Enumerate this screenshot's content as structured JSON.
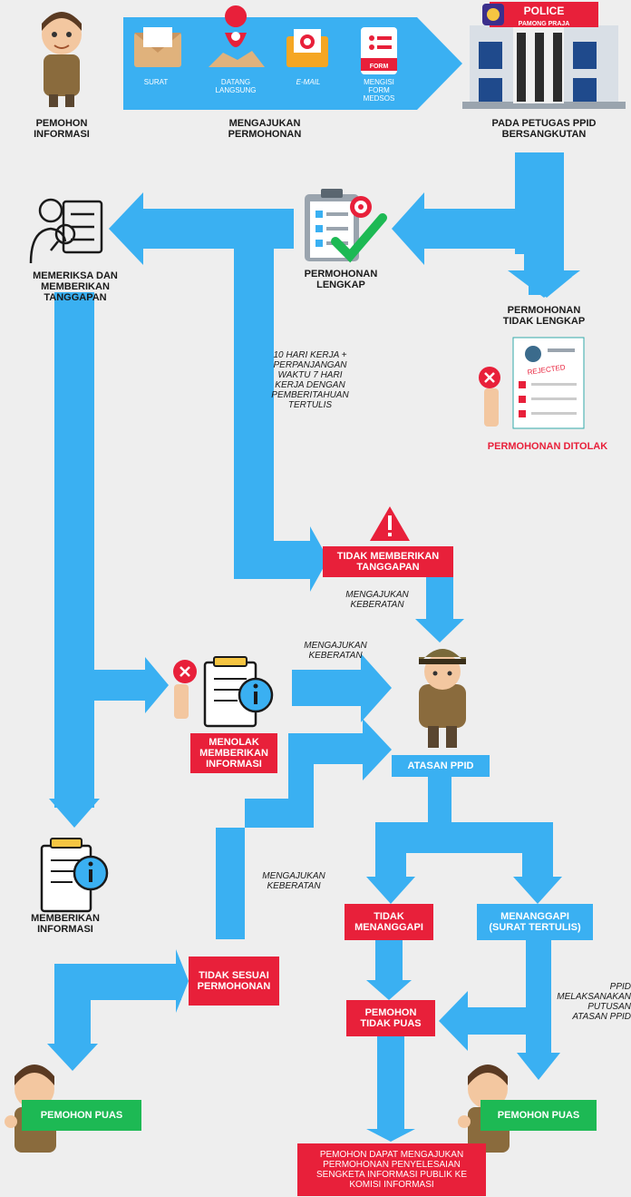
{
  "top": {
    "applicant_label": "PEMOHON\nINFORMASI",
    "submit_label": "MENGAJUKAN\nPERMOHONAN",
    "officer_label": "PADA PETUGAS PPID\nBERSANGKUTAN",
    "channels": [
      "SURAT",
      "DATANG\nLANGSUNG",
      "E-MAIL",
      "MENGISI\nFORM\nMEDSOS"
    ],
    "form_tag": "FORM",
    "police_sign": "POLICE",
    "police_sub": "PAMONG PRAJA"
  },
  "mid": {
    "check_label": "MEMERIKSA DAN\nMEMBERIKAN\nTANGGAPAN",
    "complete_label": "PERMOHONAN\nLENGKAP",
    "incomplete_label": "PERMOHONAN\nTIDAK LENGKAP",
    "rejected_stamp": "REJECTED",
    "rejected_label": "PERMOHONAN DITOLAK",
    "deadline_note": "10 HARI KERJA +\nPERPANJANGAN\nWAKTU 7 HARI\nKERJA DENGAN\nPEMBERITAHUAN\nTERTULIS",
    "no_response_box": "TIDAK MEMBERIKAN\nTANGGAPAN",
    "objection_note_1": "MENGAJUKAN\nKEBERATAN",
    "objection_note_2": "MENGAJUKAN\nKEBERATAN",
    "refuse_box": "MENOLAK\nMEMBERIKAN\nINFORMASI",
    "superior_box": "ATASAN PPID"
  },
  "bottom": {
    "give_info_label": "MEMBERIKAN\nINFORMASI",
    "objection_note_3": "MENGAJUKAN\nKEBERATAN",
    "not_match_box": "TIDAK SESUAI\nPERMOHONAN",
    "no_reply_box": "TIDAK\nMENANGGAPI",
    "reply_box": "MENANGGAPI\n(SURAT TERTULIS)",
    "unsatisfied_box": "PEMOHON\nTIDAK PUAS",
    "execute_note": "PPID\nMELAKSANAKAN\nPUTUSAN\nATASAN PPID",
    "satisfied_left": "PEMOHON PUAS",
    "satisfied_right": "PEMOHON PUAS",
    "final_box": "PEMOHON DAPAT MENGAJUKAN\nPERMOHONAN PENYELESAIAN\nSENGKETA INFORMASI PUBLIK KE\nKOMISI INFORMASI"
  },
  "colors": {
    "arrow": "#3ab0f2",
    "red": "#e8203a",
    "green": "#1db954"
  }
}
